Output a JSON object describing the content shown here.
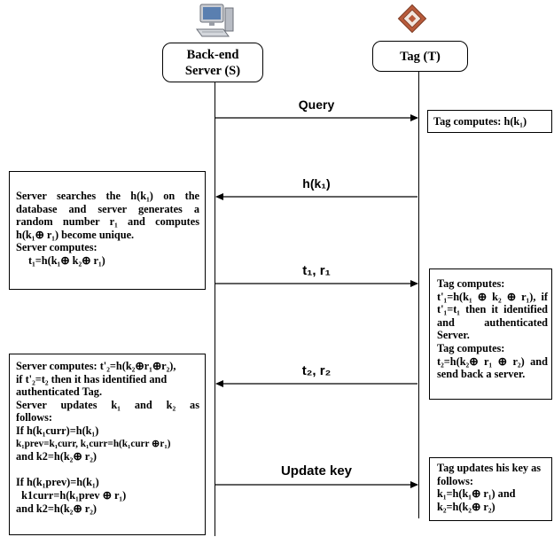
{
  "actors": {
    "server": {
      "label_line1": "Back-end",
      "label_line2": "Server (S)",
      "icon": "computer-icon"
    },
    "tag": {
      "label": "Tag (T)",
      "icon": "rfid-tag-icon"
    }
  },
  "messages": [
    {
      "label": "Query",
      "direction": "server-to-tag"
    },
    {
      "label": "h(k₁)",
      "direction": "tag-to-server"
    },
    {
      "label": "t₁, r₁",
      "direction": "server-to-tag"
    },
    {
      "label": "t₂, r₂",
      "direction": "tag-to-server"
    },
    {
      "label": "Update key",
      "direction": "server-to-tag"
    }
  ],
  "notes": {
    "tag_query": "Tag computes:  h(k₁)",
    "server_search": [
      "Server searches the h(k₁) on the",
      "database and server generates a",
      "random number r₁ and computes",
      "h(k₁⊕ r₁) become unique.",
      "Server computes:",
      "t₁=h(k₁⊕ k₂⊕ r₁)"
    ],
    "tag_verify": [
      "Tag computes:",
      "t'₁=h(k₁ ⊕ k₂ ⊕ r₁), if",
      "t'₁=t₁ then it identified",
      "and        authenticated",
      "Server.",
      "Tag computes:",
      "t₂=h(k₂⊕ r₁ ⊕ r₂) and",
      "send back a server."
    ],
    "server_update": [
      "Server computes: t'₂=h(k₂⊕r₁⊕r₂),",
      "if t'₂=t₂ then it has identified and",
      "authenticated Tag.",
      "Server updates k₁ and k₂ as",
      "follows:",
      "If h(k₁curr)=h(k₁)",
      "k₁prev=k₁curr, k₁curr=h(k₁curr ⊕r₁)",
      "and k2=h(k₂⊕ r₂)",
      "",
      "If h(k₁prev)=h(k₁)",
      "  k1curr=h(k₁prev ⊕ r₁)",
      "and k2=h(k₂⊕ r₂)"
    ],
    "tag_update": [
      "Tag updates his key as",
      "follows:",
      "k₁=h(k₁⊕ r₁) and",
      "k₂=h(k₂⊕ r₂)"
    ]
  }
}
